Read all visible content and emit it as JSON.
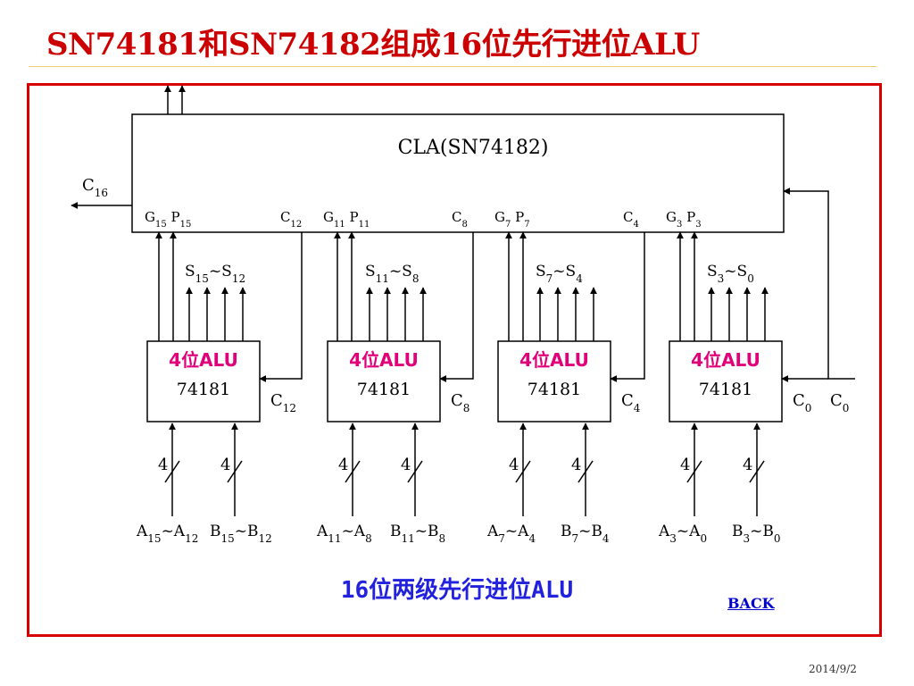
{
  "title": "SN74181和SN74182组成16位先行进位ALU",
  "caption": "16位两级先行进位ALU",
  "back_label": "BACK",
  "date": "2014/9/2",
  "colors": {
    "title": "#cc0000",
    "frame": "#d80000",
    "caption": "#2222dd",
    "alu_label": "#e0007a",
    "link": "#0000cc"
  },
  "cla": {
    "name": "CLA(SN74182)",
    "carry_out": {
      "base": "C",
      "sub": "16"
    },
    "carry_in": {
      "base": "C",
      "sub": "0"
    },
    "groups": [
      {
        "g": "15",
        "p": "15",
        "carry": "12"
      },
      {
        "g": "11",
        "p": "11",
        "carry": "8"
      },
      {
        "g": "7",
        "p": "7",
        "carry": "4"
      },
      {
        "g": "3",
        "p": "3",
        "carry": null
      }
    ]
  },
  "alus": [
    {
      "type": "4位ALU",
      "part": "74181",
      "carry_in": "12",
      "s_hi": "15",
      "s_lo": "12",
      "a_hi": "15",
      "a_lo": "12",
      "b_hi": "15",
      "b_lo": "12",
      "width": "4"
    },
    {
      "type": "4位ALU",
      "part": "74181",
      "carry_in": "8",
      "s_hi": "11",
      "s_lo": "8",
      "a_hi": "11",
      "a_lo": "8",
      "b_hi": "11",
      "b_lo": "8",
      "width": "4"
    },
    {
      "type": "4位ALU",
      "part": "74181",
      "carry_in": "4",
      "s_hi": "7",
      "s_lo": "4",
      "a_hi": "7",
      "a_lo": "4",
      "b_hi": "7",
      "b_lo": "4",
      "width": "4"
    },
    {
      "type": "4位ALU",
      "part": "74181",
      "carry_in": "0",
      "s_hi": "3",
      "s_lo": "0",
      "a_hi": "3",
      "a_lo": "0",
      "b_hi": "3",
      "b_lo": "0",
      "width": "4"
    }
  ]
}
